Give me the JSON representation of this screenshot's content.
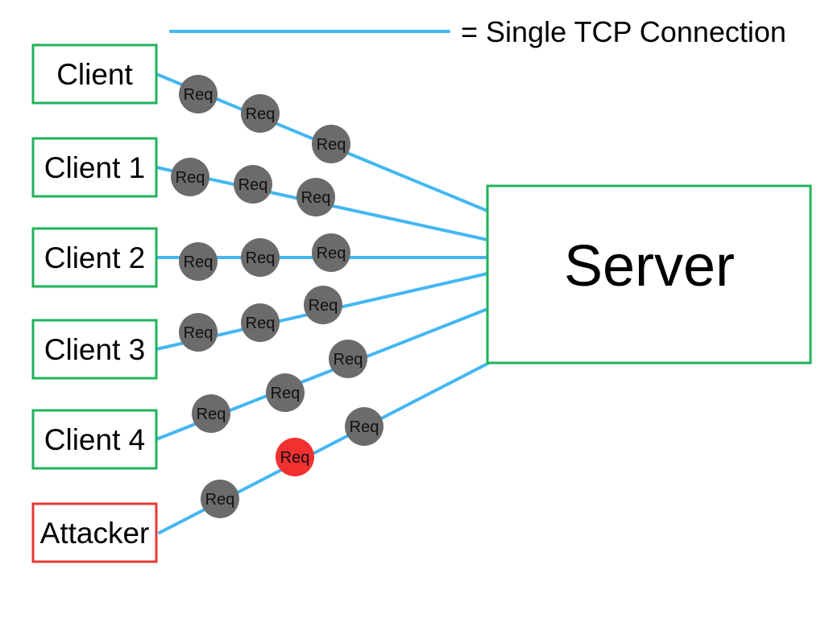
{
  "legend": {
    "label": "= Single TCP Connection"
  },
  "colors": {
    "connection": "#44b7f2",
    "client_border": "#1fb35a",
    "attacker_border": "#e53935",
    "server_border": "#1fb35a",
    "request_normal": "#6b6b6b",
    "request_malicious": "#f23030"
  },
  "server": {
    "label": "Server"
  },
  "connections": [
    {
      "client_label": "Client",
      "role": "client",
      "requests": [
        {
          "label": "Req",
          "type": "normal"
        },
        {
          "label": "Req",
          "type": "normal"
        },
        {
          "label": "Req",
          "type": "normal"
        }
      ]
    },
    {
      "client_label": "Client 1",
      "role": "client",
      "requests": [
        {
          "label": "Req",
          "type": "normal"
        },
        {
          "label": "Req",
          "type": "normal"
        },
        {
          "label": "Req",
          "type": "normal"
        }
      ]
    },
    {
      "client_label": "Client 2",
      "role": "client",
      "requests": [
        {
          "label": "Req",
          "type": "normal"
        },
        {
          "label": "Req",
          "type": "normal"
        },
        {
          "label": "Req",
          "type": "normal"
        }
      ]
    },
    {
      "client_label": "Client 3",
      "role": "client",
      "requests": [
        {
          "label": "Req",
          "type": "normal"
        },
        {
          "label": "Req",
          "type": "normal"
        },
        {
          "label": "Req",
          "type": "normal"
        }
      ]
    },
    {
      "client_label": "Client 4",
      "role": "client",
      "requests": [
        {
          "label": "Req",
          "type": "normal"
        },
        {
          "label": "Req",
          "type": "normal"
        },
        {
          "label": "Req",
          "type": "normal"
        }
      ]
    },
    {
      "client_label": "Attacker",
      "role": "attacker",
      "requests": [
        {
          "label": "Req",
          "type": "normal"
        },
        {
          "label": "Req",
          "type": "malicious"
        },
        {
          "label": "Req",
          "type": "normal"
        }
      ]
    }
  ]
}
